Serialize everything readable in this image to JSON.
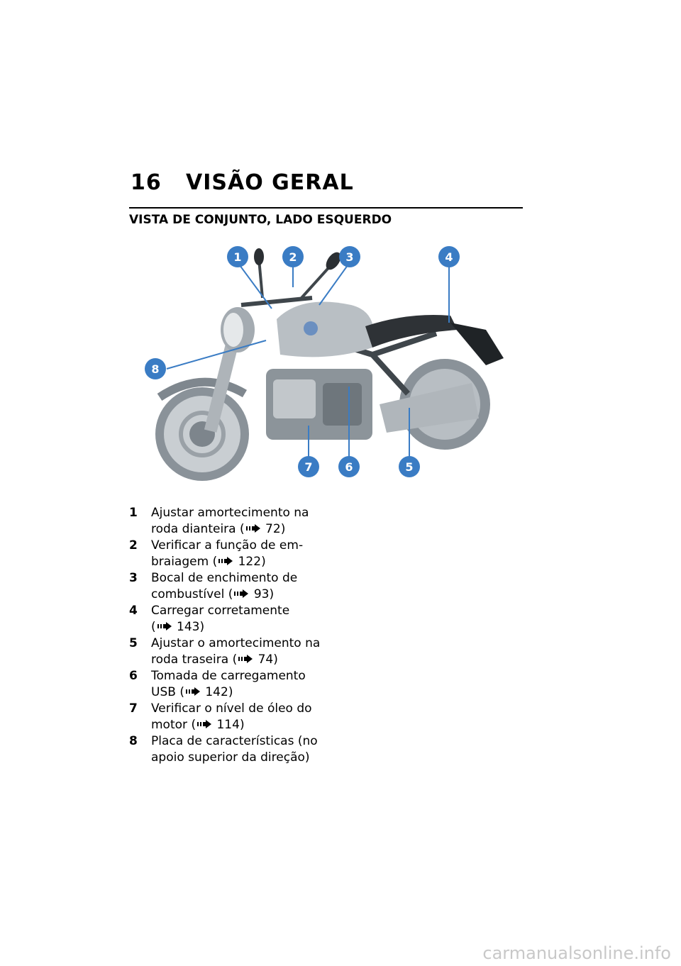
{
  "header": {
    "page_number": "16",
    "title": "VISÃO GERAL"
  },
  "section": {
    "title": "VISTA DE CONJUNTO, LADO ESQUERDO"
  },
  "figure": {
    "callout_color": "#3a7cc4",
    "callouts": [
      "1",
      "2",
      "3",
      "4",
      "5",
      "6",
      "7",
      "8"
    ]
  },
  "legend": [
    {
      "number": "1",
      "text": "Ajustar amortecimento na roda dianteira",
      "ref": "72"
    },
    {
      "number": "2",
      "text": "Verificar a função de em­braiagem",
      "ref": "122"
    },
    {
      "number": "3",
      "text": "Bocal de enchimento de combustível",
      "ref": "93"
    },
    {
      "number": "4",
      "text": "Carregar corretamente",
      "ref": "143"
    },
    {
      "number": "5",
      "text": "Ajustar o amortecimento na roda traseira",
      "ref": "74"
    },
    {
      "number": "6",
      "text": "Tomada de carregamento USB",
      "ref": "142"
    },
    {
      "number": "7",
      "text": "Verificar o nível de óleo do motor",
      "ref": "114"
    },
    {
      "number": "8",
      "text": "Placa de características (no apoio superior da dire­ção)",
      "ref": ""
    }
  ],
  "watermark": "carmanualsonline.info"
}
